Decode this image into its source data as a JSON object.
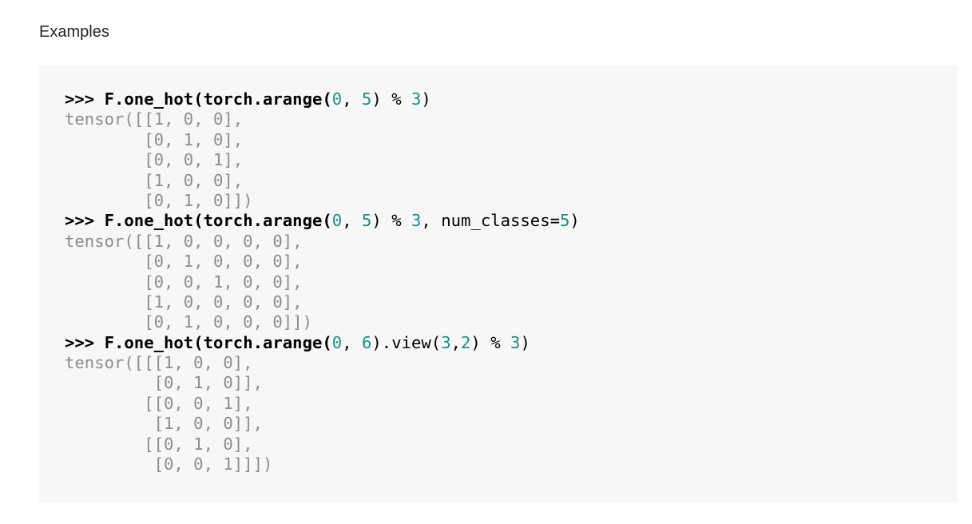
{
  "heading": "Examples",
  "lines": [
    {
      "type": "input",
      "segments": [
        {
          "cls": "prompt",
          "text": ">>> "
        },
        {
          "cls": "code",
          "text": "F.one_hot(torch.arange("
        },
        {
          "cls": "num",
          "text": "0"
        },
        {
          "cls": "kw",
          "text": ", "
        },
        {
          "cls": "num",
          "text": "5"
        },
        {
          "cls": "kw",
          "text": ") % "
        },
        {
          "cls": "num",
          "text": "3"
        },
        {
          "cls": "kw",
          "text": ")"
        }
      ]
    },
    {
      "type": "output",
      "text": "tensor([[1, 0, 0],"
    },
    {
      "type": "output",
      "text": "        [0, 1, 0],"
    },
    {
      "type": "output",
      "text": "        [0, 0, 1],"
    },
    {
      "type": "output",
      "text": "        [1, 0, 0],"
    },
    {
      "type": "output",
      "text": "        [0, 1, 0]])"
    },
    {
      "type": "input",
      "segments": [
        {
          "cls": "prompt",
          "text": ">>> "
        },
        {
          "cls": "code",
          "text": "F.one_hot(torch.arange("
        },
        {
          "cls": "num",
          "text": "0"
        },
        {
          "cls": "kw",
          "text": ", "
        },
        {
          "cls": "num",
          "text": "5"
        },
        {
          "cls": "kw",
          "text": ") % "
        },
        {
          "cls": "num",
          "text": "3"
        },
        {
          "cls": "kw",
          "text": ", num_classes="
        },
        {
          "cls": "num",
          "text": "5"
        },
        {
          "cls": "kw",
          "text": ")"
        }
      ]
    },
    {
      "type": "output",
      "text": "tensor([[1, 0, 0, 0, 0],"
    },
    {
      "type": "output",
      "text": "        [0, 1, 0, 0, 0],"
    },
    {
      "type": "output",
      "text": "        [0, 0, 1, 0, 0],"
    },
    {
      "type": "output",
      "text": "        [1, 0, 0, 0, 0],"
    },
    {
      "type": "output",
      "text": "        [0, 1, 0, 0, 0]])"
    },
    {
      "type": "input",
      "segments": [
        {
          "cls": "prompt",
          "text": ">>> "
        },
        {
          "cls": "code",
          "text": "F.one_hot(torch.arange("
        },
        {
          "cls": "num",
          "text": "0"
        },
        {
          "cls": "kw",
          "text": ", "
        },
        {
          "cls": "num",
          "text": "6"
        },
        {
          "cls": "kw",
          "text": ").view("
        },
        {
          "cls": "num",
          "text": "3"
        },
        {
          "cls": "kw",
          "text": ","
        },
        {
          "cls": "num",
          "text": "2"
        },
        {
          "cls": "kw",
          "text": ") % "
        },
        {
          "cls": "num",
          "text": "3"
        },
        {
          "cls": "kw",
          "text": ")"
        }
      ]
    },
    {
      "type": "output",
      "text": "tensor([[[1, 0, 0],"
    },
    {
      "type": "output",
      "text": "         [0, 1, 0]],"
    },
    {
      "type": "output",
      "text": "        [[0, 0, 1],"
    },
    {
      "type": "output",
      "text": "         [1, 0, 0]],"
    },
    {
      "type": "output",
      "text": "        [[0, 1, 0],"
    },
    {
      "type": "output",
      "text": "         [0, 0, 1]]])"
    }
  ]
}
